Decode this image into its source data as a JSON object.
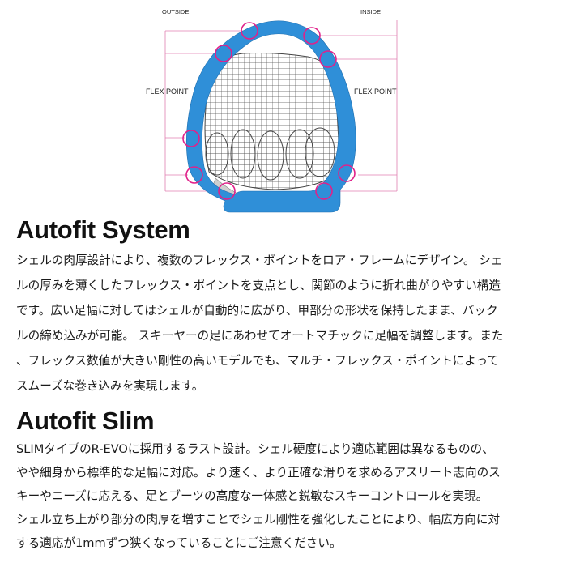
{
  "figure": {
    "label_outside": "OUTSIDE",
    "label_inside": "INSIDE",
    "label_flex_left": "FLEX POINT",
    "label_flex_right": "FLEX POINT",
    "colors": {
      "shell": "#2f8fd8",
      "marker": "#e0218a",
      "guide": "#e07fb0",
      "wireframe": "#444444",
      "base": "#d0d0d0"
    }
  },
  "sections": [
    {
      "title": "Autofit System",
      "lines": [
        "シェルの肉厚設計により、複数のフレックス・ポイントをロア・フレームにデザイン。 シェ",
        "ルの厚みを薄くしたフレックス・ポイントを支点とし、関節のように折れ曲がりやすい構造",
        "です。広い足幅に対してはシェルが自動的に広がり、甲部分の形状を保持したまま、バック",
        "ルの締め込みが可能。 スキーヤーの足にあわせてオートマチックに足幅を調整します。また",
        "、フレックス数値が大きい剛性の高いモデルでも、マルチ・フレックス・ポイントによって",
        "スムーズな巻き込みを実現します。"
      ]
    },
    {
      "title": "Autofit Slim",
      "lines": [
        "SLIMタイプのR-EVOに採用するラスト設計。シェル硬度により適応範囲は異なるものの、",
        "やや細身から標準的な足幅に対応。より速く、より正確な滑りを求めるアスリート志向のス",
        "キーやニーズに応える、足とブーツの高度な一体感と鋭敏なスキーコントロールを実現。",
        "シェル立ち上がり部分の肉厚を増すことでシェル剛性を強化したことにより、幅広方向に対",
        "する適応が1mmずつ狭くなっていることにご注意ください。"
      ]
    }
  ]
}
